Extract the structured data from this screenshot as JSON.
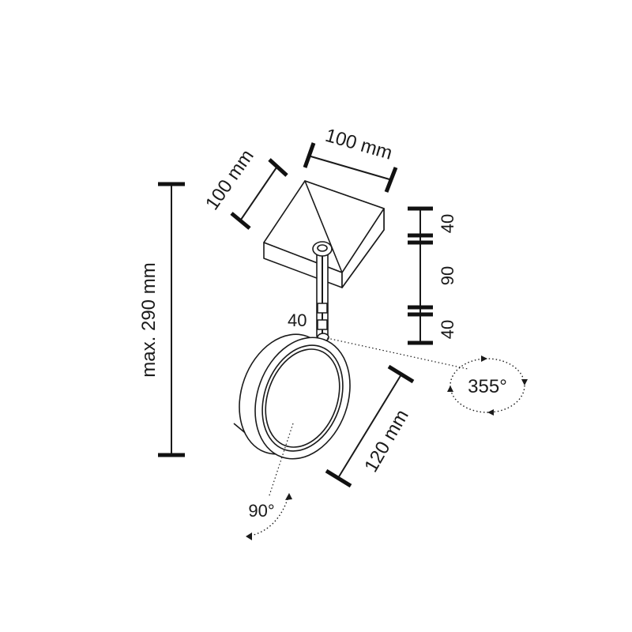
{
  "dimensions": {
    "total_height_label": "max. 290 mm",
    "base_width_label": "100 mm",
    "base_depth_label": "100 mm",
    "stack_top_label": "40",
    "stack_middle_label": "90",
    "stack_bottom_label": "40",
    "joint_label": "40",
    "head_diameter_label": "120 mm"
  },
  "rotations": {
    "swivel_label": "355°",
    "tilt_label": "90°"
  },
  "colors": {
    "line": "#1a1a1a",
    "background": "#ffffff"
  }
}
